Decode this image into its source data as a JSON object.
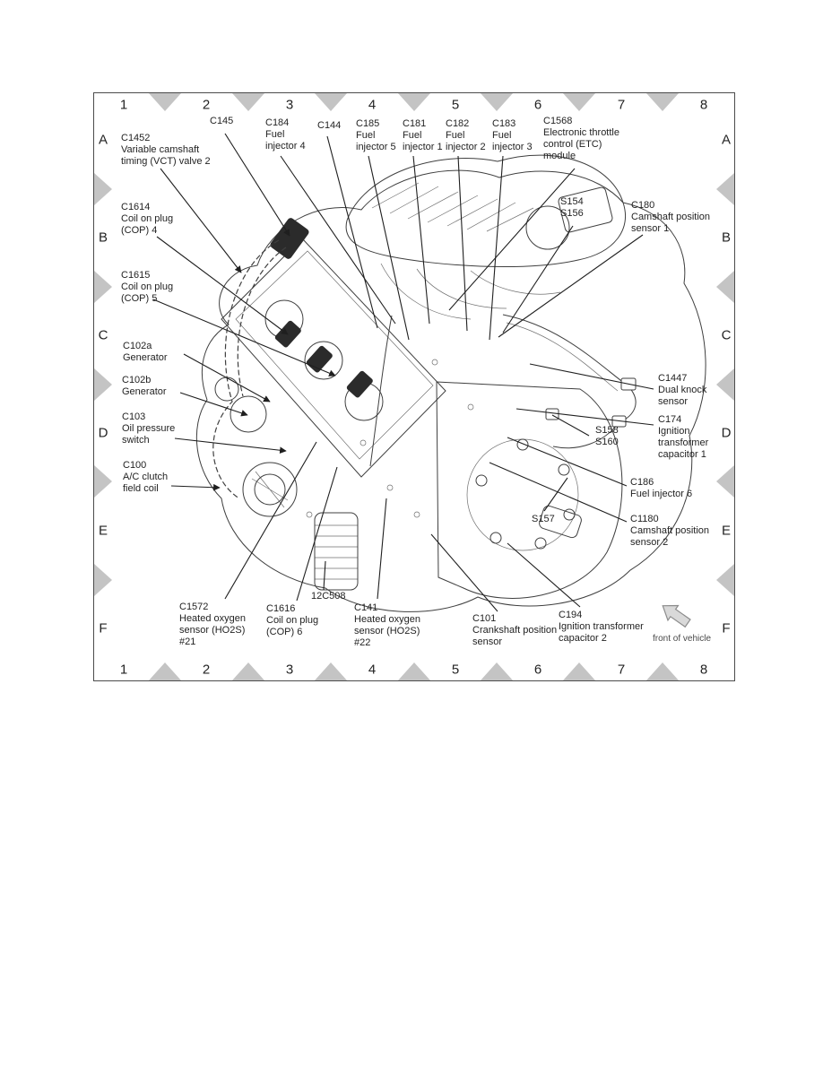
{
  "figure": {
    "kind": "engine-component-location-diagram",
    "front_of_vehicle": "front of vehicle"
  },
  "grid": {
    "columns": [
      "1",
      "2",
      "3",
      "4",
      "5",
      "6",
      "7",
      "8"
    ],
    "rows": [
      "A",
      "B",
      "C",
      "D",
      "E",
      "F"
    ]
  },
  "callouts": [
    {
      "id": "C145",
      "text": "C145"
    },
    {
      "id": "C1452",
      "text": "C1452\nVariable camshaft\ntiming (VCT) valve 2"
    },
    {
      "id": "C184",
      "text": "C184\nFuel\ninjector 4"
    },
    {
      "id": "C144",
      "text": "C144"
    },
    {
      "id": "C185",
      "text": "C185\nFuel\ninjector 5"
    },
    {
      "id": "C181",
      "text": "C181\nFuel\ninjector 1"
    },
    {
      "id": "C182",
      "text": "C182\nFuel\ninjector 2"
    },
    {
      "id": "C183",
      "text": "C183\nFuel\ninjector 3"
    },
    {
      "id": "C1568",
      "text": "C1568\nElectronic throttle\ncontrol (ETC)\nmodule"
    },
    {
      "id": "S154/S156",
      "text": "S154\nS156"
    },
    {
      "id": "C180",
      "text": "C180\nCamshaft position\nsensor 1"
    },
    {
      "id": "C1614",
      "text": "C1614\nCoil on plug\n(COP) 4"
    },
    {
      "id": "C1615",
      "text": "C1615\nCoil on plug\n(COP) 5"
    },
    {
      "id": "C102a",
      "text": "C102a\nGenerator"
    },
    {
      "id": "C102b",
      "text": "C102b\nGenerator"
    },
    {
      "id": "C103",
      "text": "C103\nOil pressure\nswitch"
    },
    {
      "id": "C100",
      "text": "C100\nA/C clutch\nfield coil"
    },
    {
      "id": "C1447",
      "text": "C1447\nDual knock\nsensor"
    },
    {
      "id": "C174",
      "text": "C174\nIgnition\ntransformer\ncapacitor 1"
    },
    {
      "id": "S158/S160",
      "text": "S158\nS160"
    },
    {
      "id": "C186",
      "text": "C186\nFuel injector 6"
    },
    {
      "id": "S157",
      "text": "S157"
    },
    {
      "id": "C1180",
      "text": "C1180\nCamshaft position\nsensor 2"
    },
    {
      "id": "C1572",
      "text": "C1572\nHeated oxygen\nsensor (HO2S)\n#21"
    },
    {
      "id": "C1616",
      "text": "C1616\nCoil on plug\n(COP) 6"
    },
    {
      "id": "12C508",
      "text": "12C508"
    },
    {
      "id": "C141",
      "text": "C141\nHeated oxygen\nsensor (HO2S)\n#22"
    },
    {
      "id": "C101",
      "text": "C101\nCrankshaft position\nsensor"
    },
    {
      "id": "C194",
      "text": "C194\nIgnition transformer\ncapacitor 2"
    }
  ],
  "colors": {
    "marker": "#c4c4c4",
    "line": "#1f1f1f",
    "sketch": "#3f3f3f",
    "text": "#232323",
    "border": "#4b4b4b",
    "coil": "#2b2b2b",
    "arrowfill": "#d9d9d9",
    "arrowstroke": "#8c8c8c"
  }
}
